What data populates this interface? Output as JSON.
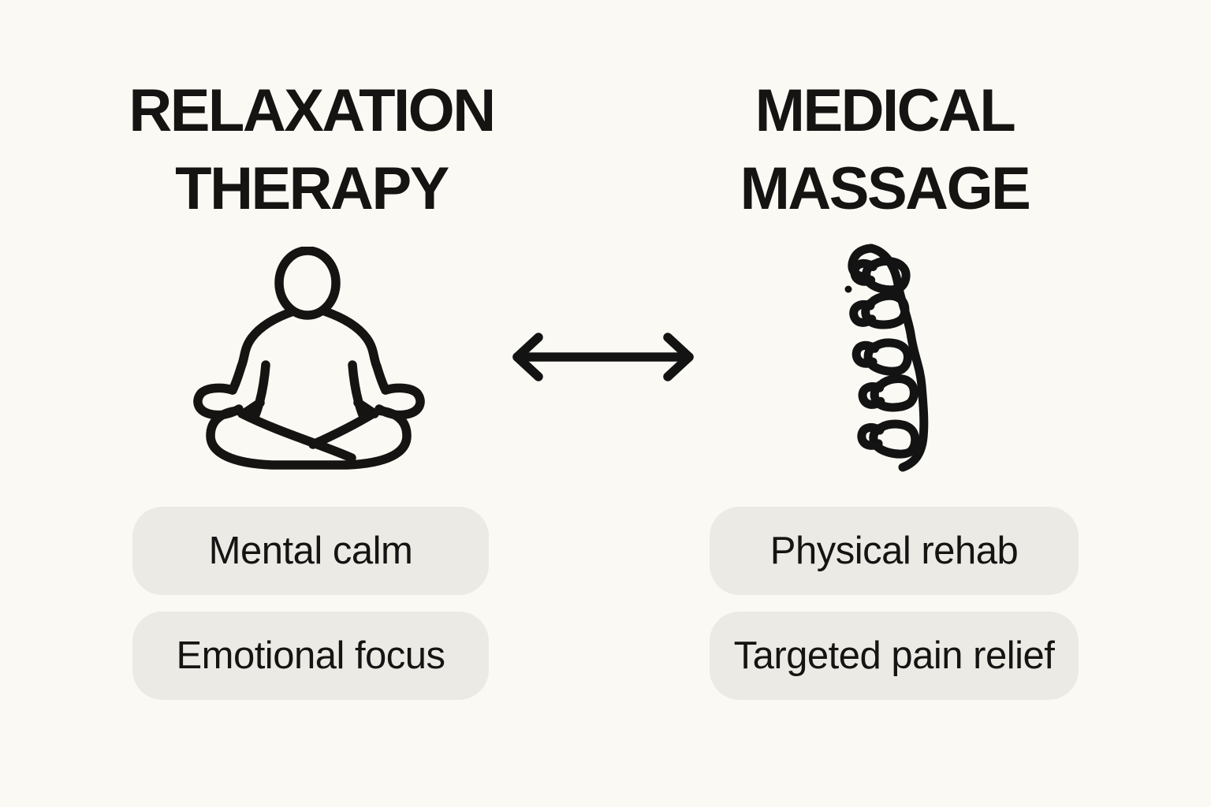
{
  "page": {
    "background_color": "#faf9f4",
    "ink_color": "#151412",
    "pill_color": "#ebeae5"
  },
  "left_column": {
    "title_line1": "RELAXATION",
    "title_line2": "THERAPY",
    "icon": "meditation-person-icon",
    "pills": [
      "Mental calm",
      "Emotional focus"
    ]
  },
  "connector": {
    "icon": "double-headed-arrow-icon"
  },
  "right_column": {
    "title_line1": "MEDICAL",
    "title_line2": "MASSAGE",
    "icon": "spine-icon",
    "pills": [
      "Physical rehab",
      "Targeted pain relief"
    ]
  }
}
